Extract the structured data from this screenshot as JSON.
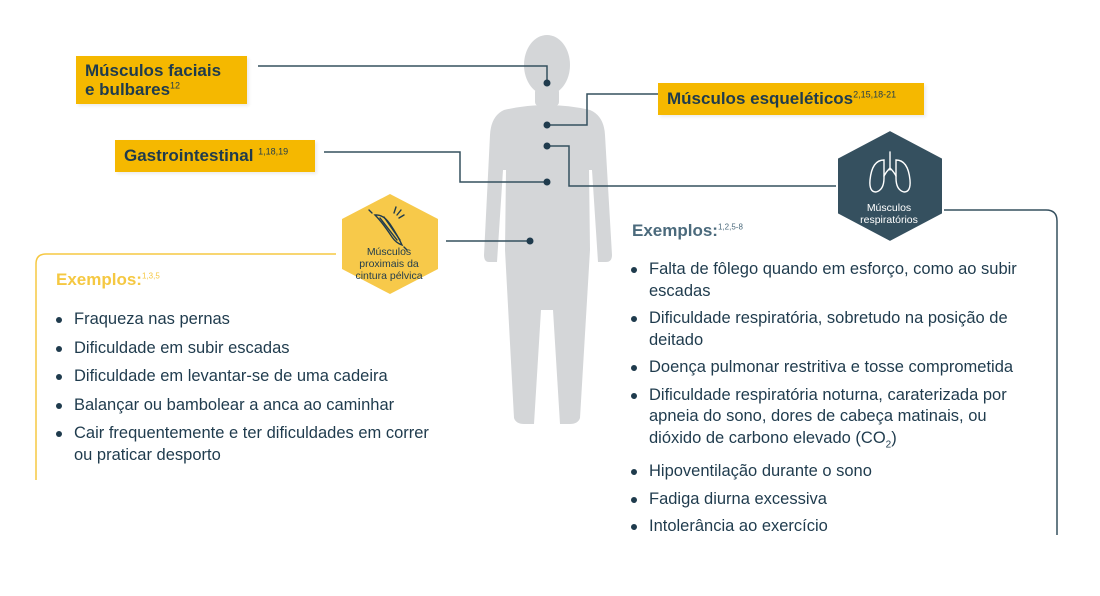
{
  "labels": {
    "facial_line1": "Músculos faciais",
    "facial_line2": "e bulbares",
    "facial_ref": "12",
    "skeletal": "Músculos esqueléticos",
    "skeletal_ref": "2,15,18-21",
    "gi": "Gastrointestinal ",
    "gi_ref": "1,18,19"
  },
  "hexagons": {
    "pelvic_line1": "Músculos",
    "pelvic_line2": "proximais da",
    "pelvic_line3": "cintura pélvica",
    "resp_line1": "Músculos",
    "resp_line2": "respiratórios"
  },
  "left_examples": {
    "heading": "Exemplos:",
    "ref": "1,3,5",
    "items": [
      "Fraqueza nas pernas",
      "Dificuldade em subir escadas",
      "Dificuldade em levantar-se de uma cadeira",
      "Balançar ou bambolear a anca ao caminhar",
      "Cair frequentemente e ter dificuldades em correr ou praticar desporto"
    ]
  },
  "right_examples": {
    "heading": "Exemplos:",
    "ref": "1,2,5-8",
    "items": [
      "Falta de fôlego quando em esforço, como ao subir escadas",
      "Dificuldade respiratória, sobretudo na posição de deitado",
      "Doença pulmonar restritiva e tosse comprometida",
      "Dificuldade respiratória noturna, caraterizada por apneia do sono, dores de cabeça matinais, ou dióxido de carbono elevado (CO",
      "Hipoventilação durante o sono",
      "Fadiga diurna excessiva",
      "Intolerância ao exercício"
    ],
    "co2_subscript": "2",
    "co2_close": ")"
  },
  "colors": {
    "yellow": "#f5b800",
    "hex_yellow": "#f7c94a",
    "navy": "#1f3b4d",
    "slate": "#35505f",
    "body_gray": "#d4d6d8"
  },
  "icons": {
    "pelvic": "muscle-icon",
    "resp": "lungs-icon"
  }
}
